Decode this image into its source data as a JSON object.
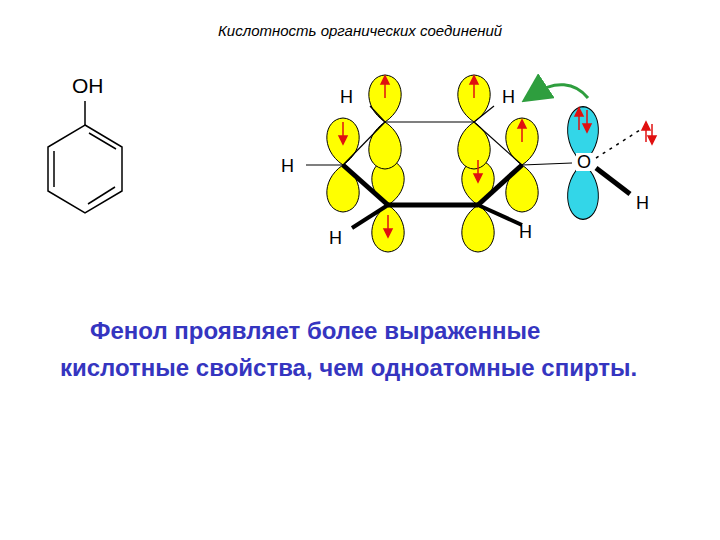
{
  "diagram": {
    "title": "Кислотность органических соединений",
    "caption": "Фенол проявляет более выраженные кислотные свойства, чем одноатомные спирты.",
    "labels": [
      "OH",
      "H",
      "H",
      "H",
      "O",
      "H",
      "H",
      "H"
    ]
  }
}
